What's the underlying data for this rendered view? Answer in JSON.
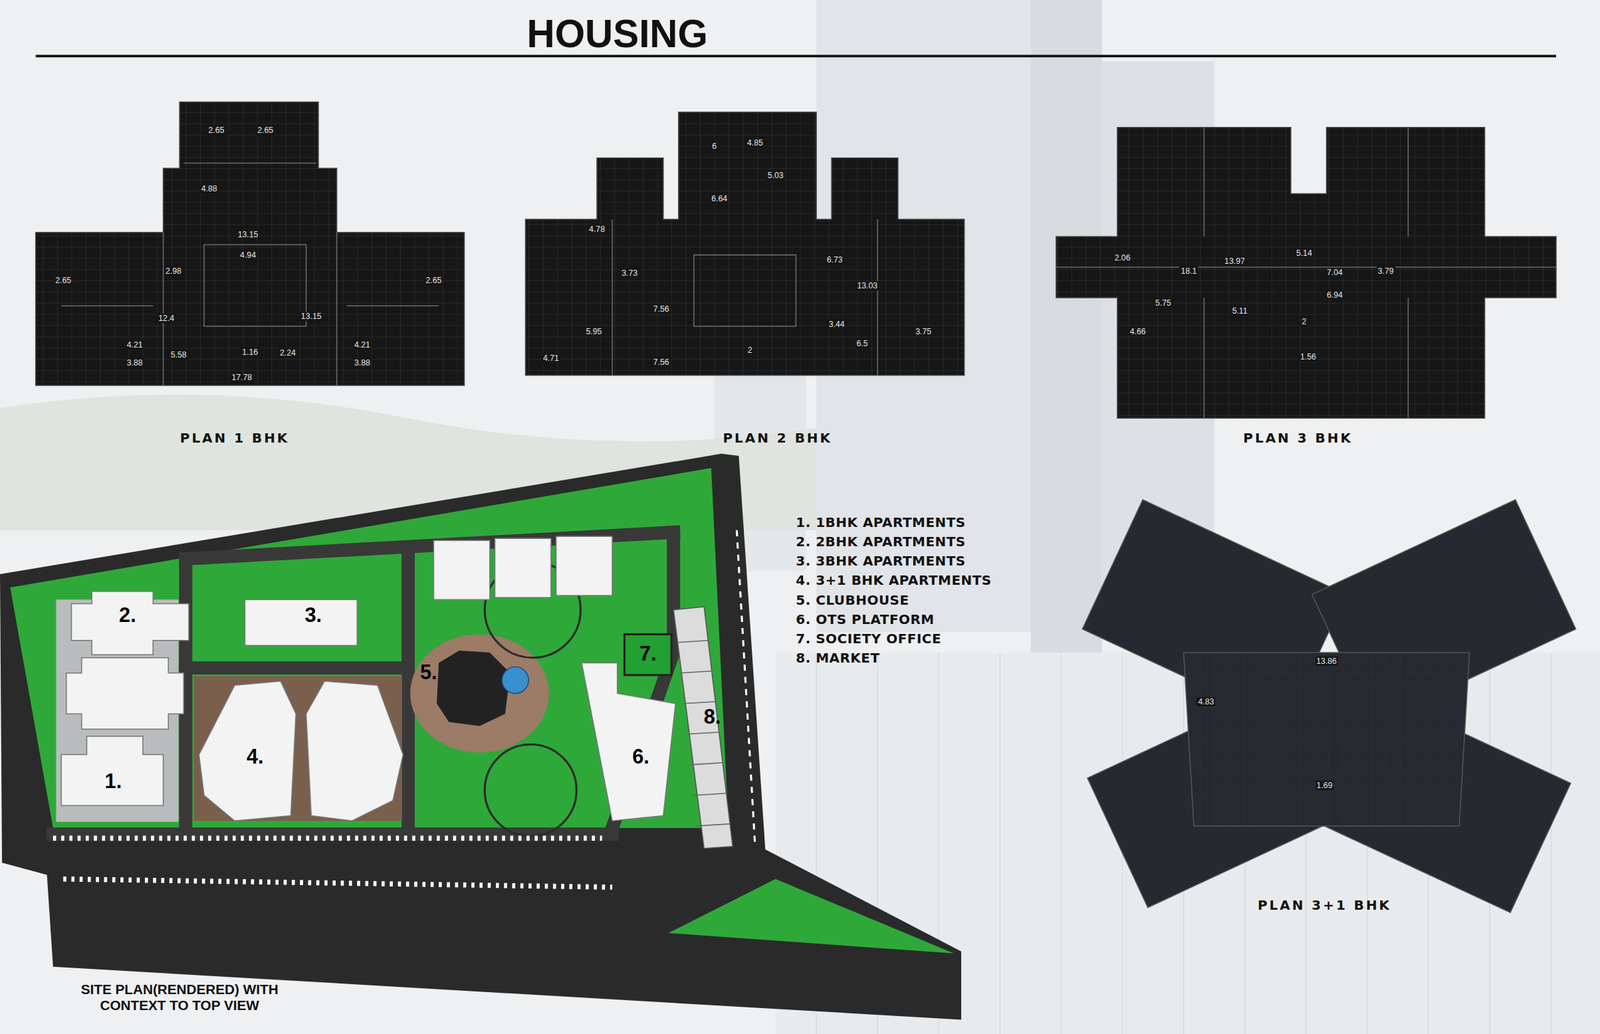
{
  "diagram": {
    "title": "HOUSING",
    "caption": "SITE PLAN(RENDERED) WITH CONTEXT TO TOP VIEW",
    "labels": [
      "PLAN 1 BHK",
      "PLAN 2 BHK",
      "PLAN 3 BHK",
      "PLAN 3+1 BHK",
      "1. 1BHK APARTMENTS",
      "2. 2BHK APARTMENTS",
      "3. 3BHK APARTMENTS",
      "4. 3+1 BHK APARTMENTS",
      "5. CLUBHOUSE",
      "6. OTS PLATFORM",
      "7. SOCIETY OFFICE",
      "8. MARKET",
      "1.",
      "2.",
      "3.",
      "4.",
      "5.",
      "6.",
      "7.",
      "8.",
      "2.65",
      "2.65",
      "4.88",
      "13.15",
      "4.94",
      "2.98",
      "12.4",
      "13.15",
      "5.58",
      "1.16",
      "2.24",
      "17.78",
      "2.65",
      "2.65",
      "4.21",
      "4.21",
      "3.88",
      "3.88",
      "6",
      "4.85",
      "5.03",
      "6.64",
      "4.78",
      "3.73",
      "7.56",
      "7.56",
      "6.73",
      "13.03",
      "3.44",
      "6.5",
      "2",
      "5.95",
      "4.71",
      "3.75",
      "2.06",
      "18.1",
      "13.97",
      "5.14",
      "7.04",
      "6.94",
      "3.79",
      "5.75",
      "5.11",
      "2",
      "4.66",
      "1.56",
      "13.86",
      "4.83",
      "1.69"
    ]
  }
}
